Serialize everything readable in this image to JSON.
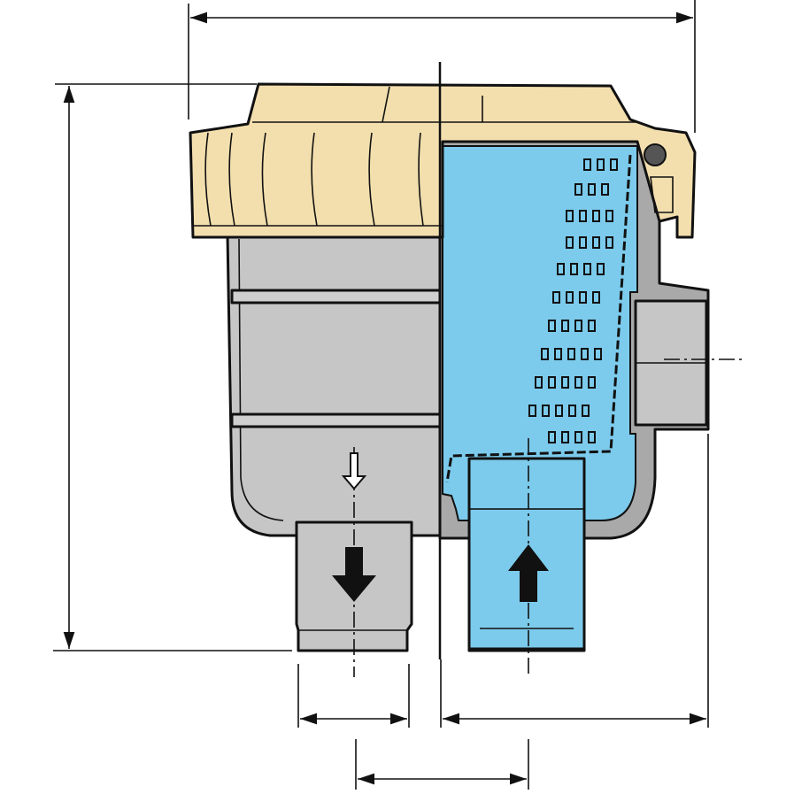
{
  "colors": {
    "lid": "#f3dfae",
    "body": "#c6c6c6",
    "body_dark": "#a9a9a9",
    "water": "#7ccbec",
    "outline": "#111111"
  },
  "parts": [
    "lid",
    "strainer-bowl",
    "filter-basket",
    "inlet-port",
    "outlet-port",
    "flow-arrows",
    "dimension-lines"
  ]
}
